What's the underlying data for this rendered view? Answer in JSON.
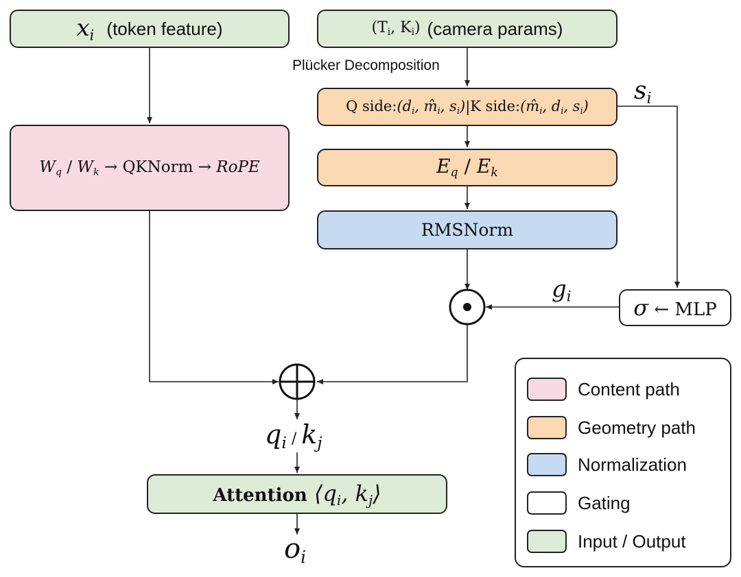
{
  "token_input": {
    "symbol": "x",
    "sub": "i",
    "label": "(token feature)"
  },
  "camera_input": {
    "math": "(T",
    "sub1": "i",
    "mid": ", K",
    "sub2": "i",
    "close": ")",
    "label": "(camera params)"
  },
  "plucker_label": "Plücker Decomposition",
  "qk_sides": {
    "q_prefix": "Q side:",
    "q_math": "(d",
    "q_math_sub1": "i",
    "q_math_mid1": ", m̂",
    "q_math_sub2": "i",
    "q_math_mid2": ", s",
    "q_math_sub3": "i",
    "q_math_close": ")",
    "separator": "|",
    "k_prefix": "K side:",
    "k_math": "(m̂",
    "k_math_sub1": "i",
    "k_math_mid1": ", d",
    "k_math_sub2": "i",
    "k_math_mid2": ", s",
    "k_math_sub3": "i",
    "k_math_close": ")"
  },
  "s_label": {
    "symbol": "s",
    "sub": "i"
  },
  "content_box": {
    "w1": "W",
    "w1_sub": "q",
    "slash": " / ",
    "w2": "W",
    "w2_sub": "k",
    "arrow1": " → QKNorm → ",
    "rope": "RoPE"
  },
  "encoder_box": {
    "e1": "E",
    "e1_sub": "q",
    "slash": " / ",
    "e2": "E",
    "e2_sub": "k"
  },
  "rmsnorm_box": "RMSNorm",
  "gate_label": {
    "symbol": "g",
    "sub": "i"
  },
  "mlp_box": {
    "sigma": "σ",
    "arrow": " ← MLP"
  },
  "odot_symbol": "⊙",
  "oplus_symbol": "⊕",
  "qk_output": {
    "q": "q",
    "q_sub": "i",
    "slash": " / ",
    "k": "k",
    "k_sub": "j"
  },
  "attention_box": {
    "word": "Attention",
    "open": " ⟨",
    "q": "q",
    "q_sub": "i",
    "comma": ", ",
    "k": "k",
    "k_sub": "j",
    "close": "⟩"
  },
  "output": {
    "symbol": "o",
    "sub": "i"
  },
  "legend": {
    "items": [
      {
        "label": "Content path",
        "color": "#f8dbe2"
      },
      {
        "label": "Geometry path",
        "color": "#fad8b2"
      },
      {
        "label": "Normalization",
        "color": "#c6dbf1"
      },
      {
        "label": "Gating",
        "color": "#ffffff"
      },
      {
        "label": "Input / Output",
        "color": "#dcecd6"
      }
    ]
  }
}
